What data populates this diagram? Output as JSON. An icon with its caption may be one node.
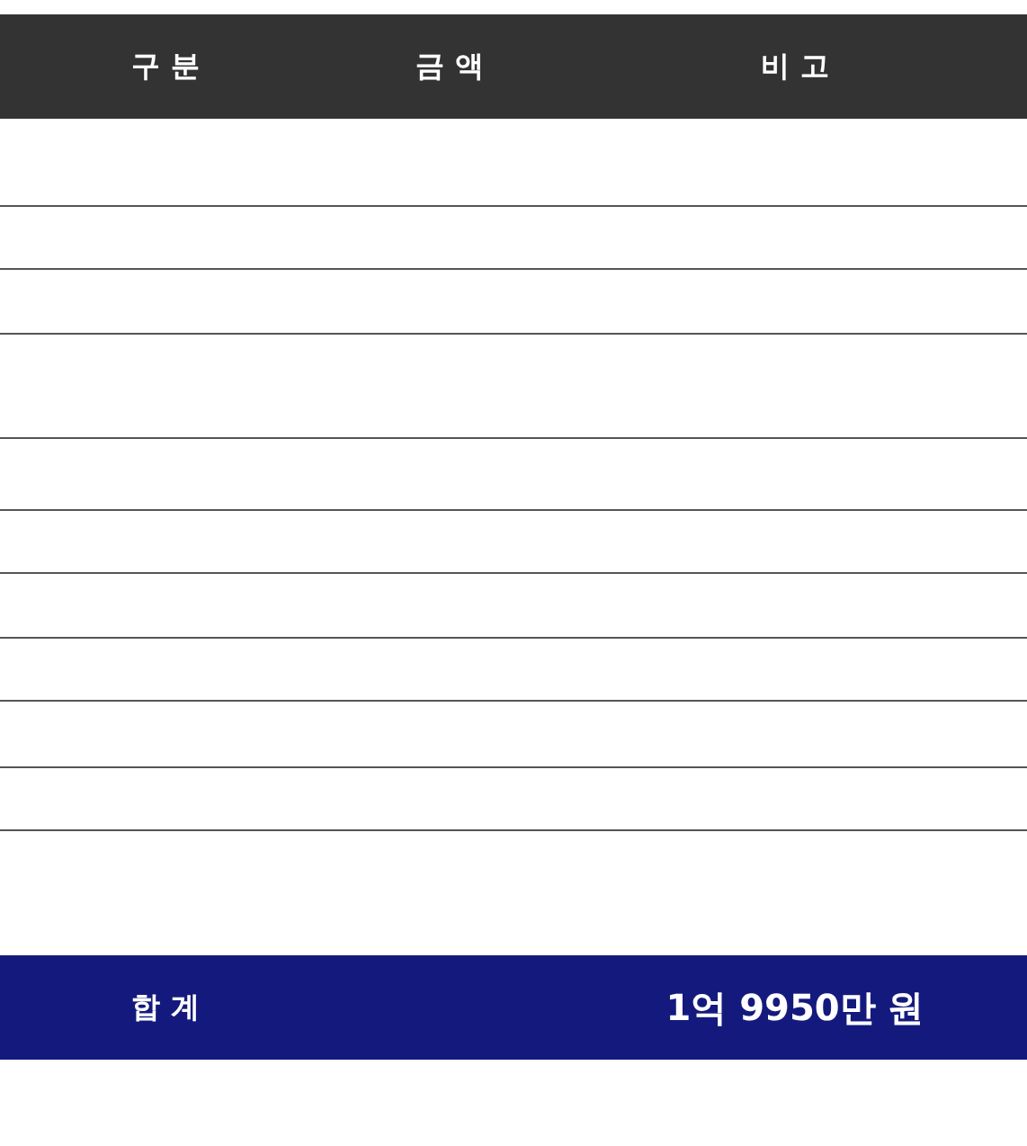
{
  "diagram": {
    "labels": [
      "구 분",
      "금 액",
      "비 고",
      "합 계",
      "1억 9950만 원"
    ]
  }
}
